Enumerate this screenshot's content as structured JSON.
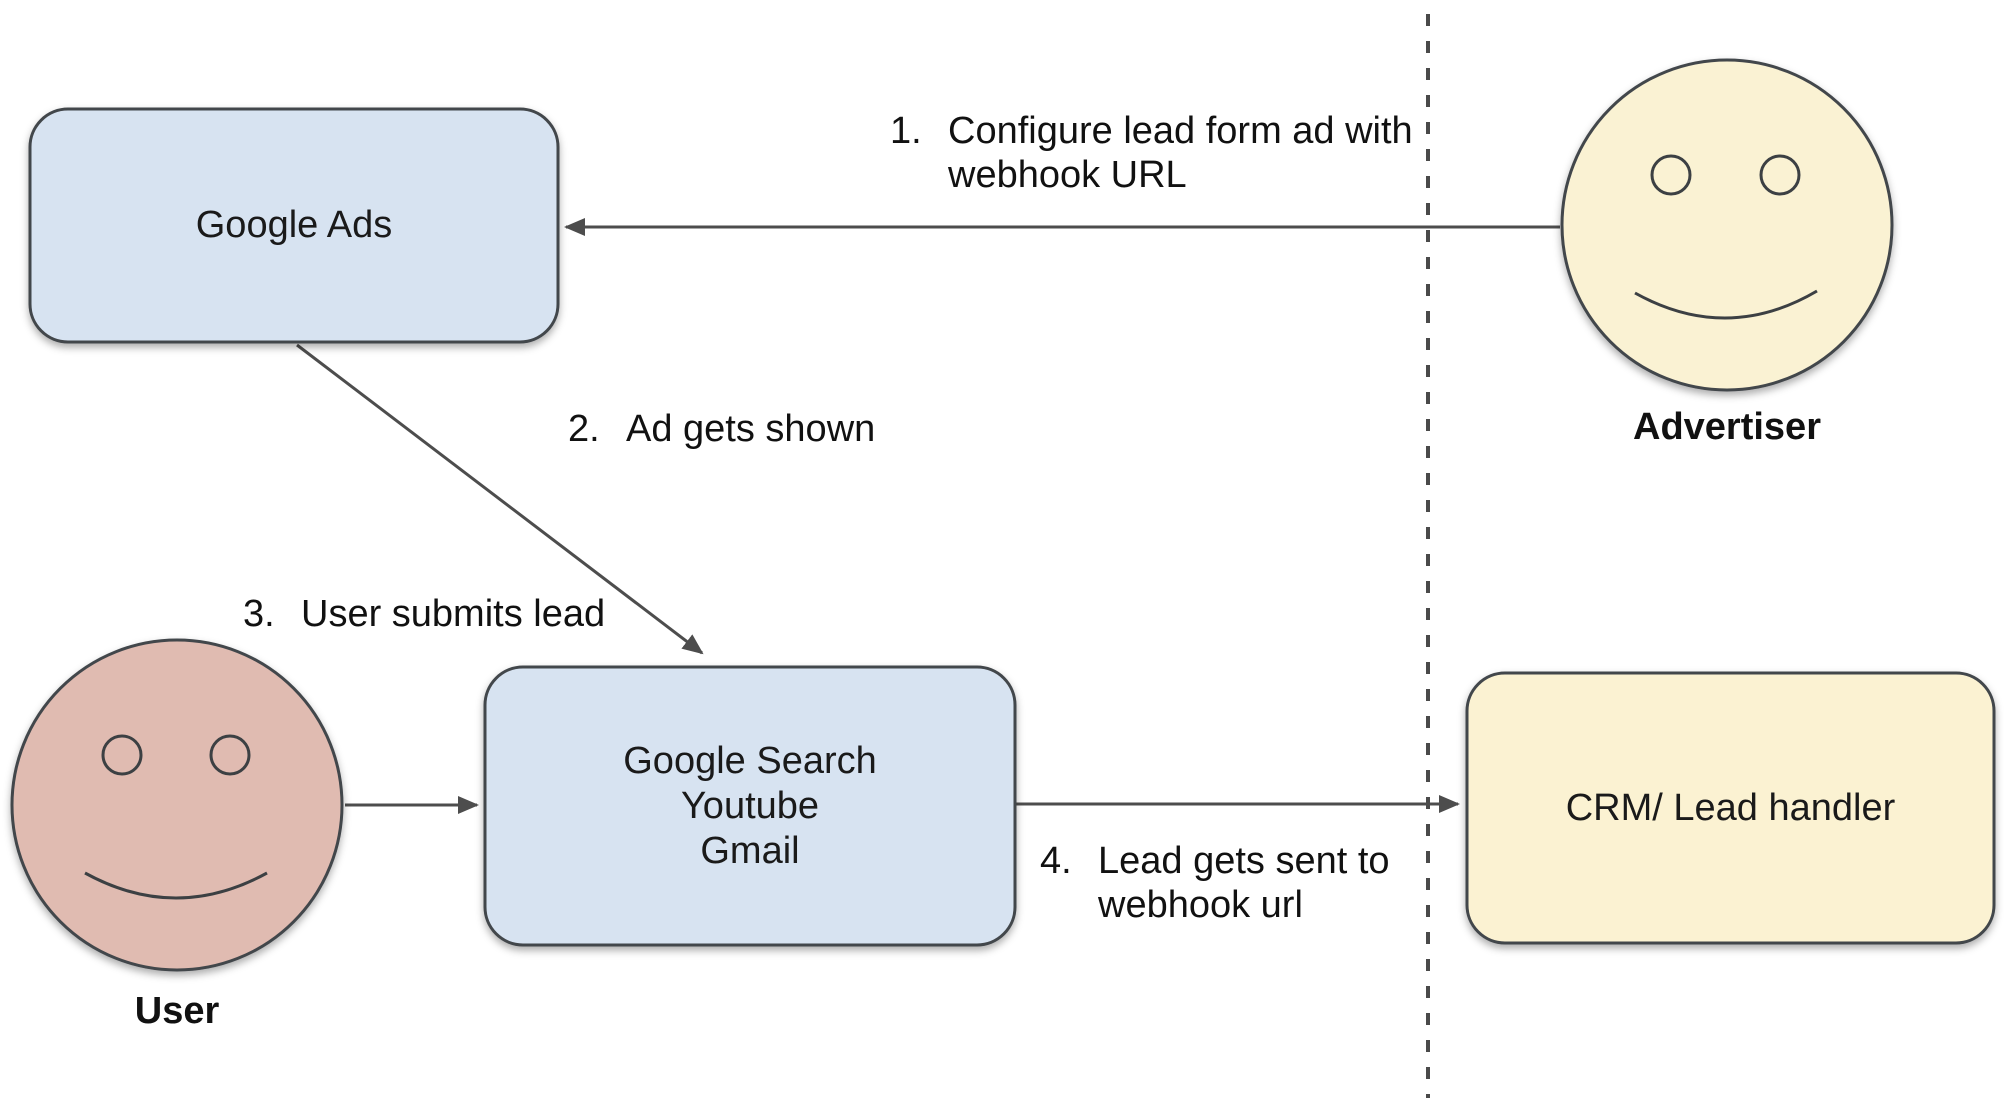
{
  "diagram": {
    "type": "flow-diagram",
    "description": "Google Ads lead form webhook flow",
    "nodes": {
      "google_ads": {
        "label": "Google Ads"
      },
      "google_properties": {
        "line1": "Google Search",
        "line2": "Youtube",
        "line3": "Gmail"
      },
      "crm": {
        "label": "CRM/ Lead handler"
      }
    },
    "actors": {
      "advertiser": {
        "label": "Advertiser"
      },
      "user": {
        "label": "User"
      }
    },
    "steps": [
      {
        "number": "1.",
        "line1": "Configure lead form ad with",
        "line2": "webhook URL"
      },
      {
        "number": "2.",
        "line1": "Ad gets shown",
        "line2": ""
      },
      {
        "number": "3.",
        "line1": "User submits lead",
        "line2": ""
      },
      {
        "number": "4.",
        "line1": "Lead gets sent to",
        "line2": "webhook url"
      }
    ],
    "colors": {
      "node_blue_fill": "#d7e3f1",
      "node_yellow_fill": "#fbf2d2",
      "advertiser_face_fill": "#faf2d3",
      "advertiser_eye_fill": "#c9c3a8",
      "user_face_fill": "#e0bbb1",
      "user_eye_fill": "#bf9990",
      "shape_stroke": "#43464b",
      "arrow_stroke": "#4d4d4d",
      "text": "#1a1a1a"
    }
  }
}
